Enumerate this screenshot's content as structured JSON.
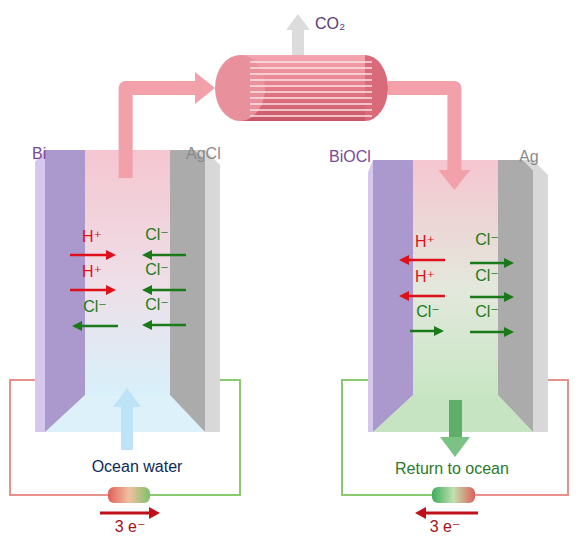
{
  "diagram": {
    "nodes": [
      {
        "text": [
          "Bi",
          "AgCl"
        ]
      },
      {
        "text": [
          "CO₂"
        ]
      },
      {
        "text": [
          "BiOCl",
          "Ag"
        ]
      }
    ],
    "edges": [
      {
        "from": 0,
        "to": 1,
        "arrow": "to"
      },
      {
        "from": 1,
        "to": 2,
        "arrow": "to"
      }
    ],
    "labels": [
      "H⁺",
      "Cl⁻",
      "H⁺",
      "Cl⁻",
      "Cl⁻",
      "Cl⁻",
      "H⁺",
      "Cl⁻",
      "H⁺",
      "Cl⁻",
      "Cl⁻",
      "Cl⁻",
      "Ocean water",
      "Return to ocean",
      "3 e⁻",
      "3 e⁻"
    ]
  }
}
